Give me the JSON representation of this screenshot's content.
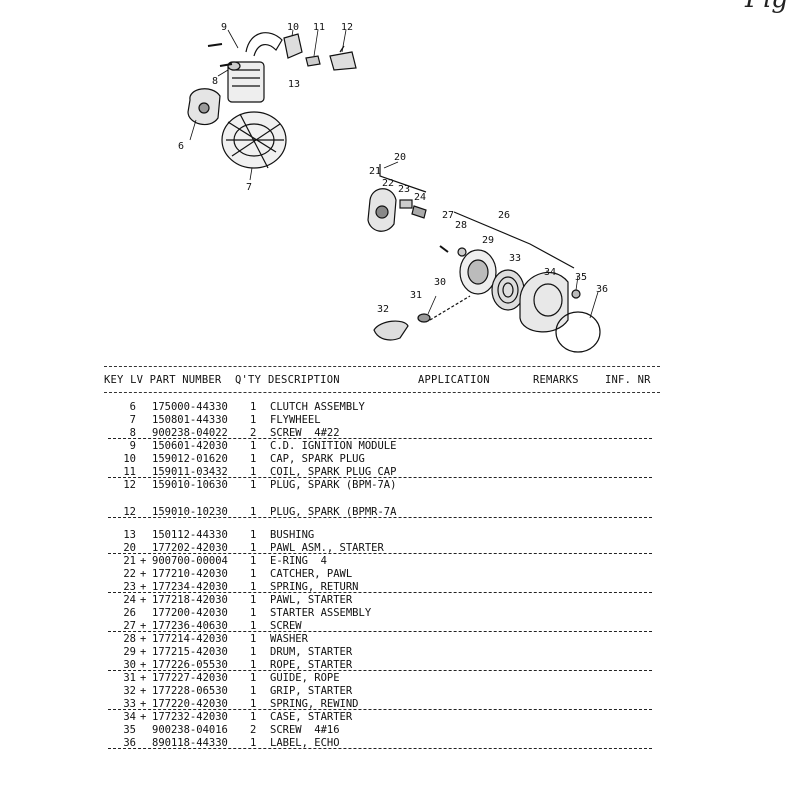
{
  "header": {
    "corner": "Fig",
    "columns": {
      "key_lv_part": "KEY LV PART NUMBER",
      "qty": "Q'TY",
      "description": "DESCRIPTION",
      "application": "APPLICATION",
      "remarks": "REMARKS",
      "inf_nr": "INF. NR"
    }
  },
  "diagram": {
    "callouts": [
      "9",
      "10",
      "11",
      "12",
      "13",
      "8",
      "6",
      "7",
      "20",
      "21",
      "22",
      "23",
      "24",
      "27",
      "28",
      "26",
      "29",
      "33",
      "34",
      "35",
      "36",
      "30",
      "31",
      "32"
    ]
  },
  "parts": [
    {
      "key": "6",
      "lv": "",
      "part": "175000-44330",
      "qty": "1",
      "desc": "CLUTCH ASSEMBLY",
      "ul": false
    },
    {
      "key": "7",
      "lv": "",
      "part": "150801-44330",
      "qty": "1",
      "desc": "FLYWHEEL",
      "ul": false
    },
    {
      "key": "8",
      "lv": "",
      "part": "900238-04022",
      "qty": "2",
      "desc": "SCREW  4#22",
      "ul": true
    },
    {
      "key": "9",
      "lv": "",
      "part": "150601-42030",
      "qty": "1",
      "desc": "C.D. IGNITION MODULE",
      "ul": false
    },
    {
      "key": "10",
      "lv": "",
      "part": "159012-01620",
      "qty": "1",
      "desc": "CAP, SPARK PLUG",
      "ul": false
    },
    {
      "key": "11",
      "lv": "",
      "part": "159011-03432",
      "qty": "1",
      "desc": "COIL, SPARK PLUG CAP",
      "ul": true
    },
    {
      "key": "12",
      "lv": "",
      "part": "159010-10630",
      "qty": "1",
      "desc": "PLUG, SPARK (BPM-7A)",
      "ul": false
    },
    {
      "key": "12",
      "lv": "",
      "part": "159010-10230",
      "qty": "1",
      "desc": "PLUG, SPARK (BPMR-7A",
      "ul": true
    },
    {
      "key": "13",
      "lv": "",
      "part": "150112-44330",
      "qty": "1",
      "desc": "BUSHING",
      "ul": false
    },
    {
      "key": "20",
      "lv": "",
      "part": "177202-42030",
      "qty": "1",
      "desc": "PAWL ASM., STARTER",
      "ul": true
    },
    {
      "key": "21",
      "lv": "+",
      "part": "900700-00004",
      "qty": "1",
      "desc": "E-RING  4",
      "ul": false
    },
    {
      "key": "22",
      "lv": "+",
      "part": "177210-42030",
      "qty": "1",
      "desc": "CATCHER, PAWL",
      "ul": false
    },
    {
      "key": "23",
      "lv": "+",
      "part": "177234-42030",
      "qty": "1",
      "desc": "SPRING, RETURN",
      "ul": true
    },
    {
      "key": "24",
      "lv": "+",
      "part": "177218-42030",
      "qty": "1",
      "desc": "PAWL, STARTER",
      "ul": false
    },
    {
      "key": "26",
      "lv": "",
      "part": "177200-42030",
      "qty": "1",
      "desc": "STARTER ASSEMBLY",
      "ul": false
    },
    {
      "key": "27",
      "lv": "+",
      "part": "177236-40630",
      "qty": "1",
      "desc": "SCREW",
      "ul": true
    },
    {
      "key": "28",
      "lv": "+",
      "part": "177214-42030",
      "qty": "1",
      "desc": "WASHER",
      "ul": false
    },
    {
      "key": "29",
      "lv": "+",
      "part": "177215-42030",
      "qty": "1",
      "desc": "DRUM, STARTER",
      "ul": false
    },
    {
      "key": "30",
      "lv": "+",
      "part": "177226-05530",
      "qty": "1",
      "desc": "ROPE, STARTER",
      "ul": true
    },
    {
      "key": "31",
      "lv": "+",
      "part": "177227-42030",
      "qty": "1",
      "desc": "GUIDE, ROPE",
      "ul": false
    },
    {
      "key": "32",
      "lv": "+",
      "part": "177228-06530",
      "qty": "1",
      "desc": "GRIP, STARTER",
      "ul": false
    },
    {
      "key": "33",
      "lv": "+",
      "part": "177220-42030",
      "qty": "1",
      "desc": "SPRING, REWIND",
      "ul": true
    },
    {
      "key": "34",
      "lv": "+",
      "part": "177232-42030",
      "qty": "1",
      "desc": "CASE, STARTER",
      "ul": false
    },
    {
      "key": "35",
      "lv": "",
      "part": "900238-04016",
      "qty": "2",
      "desc": "SCREW  4#16",
      "ul": false
    },
    {
      "key": "36",
      "lv": "",
      "part": "890118-44330",
      "qty": "1",
      "desc": "LABEL, ECHO",
      "ul": true
    }
  ]
}
